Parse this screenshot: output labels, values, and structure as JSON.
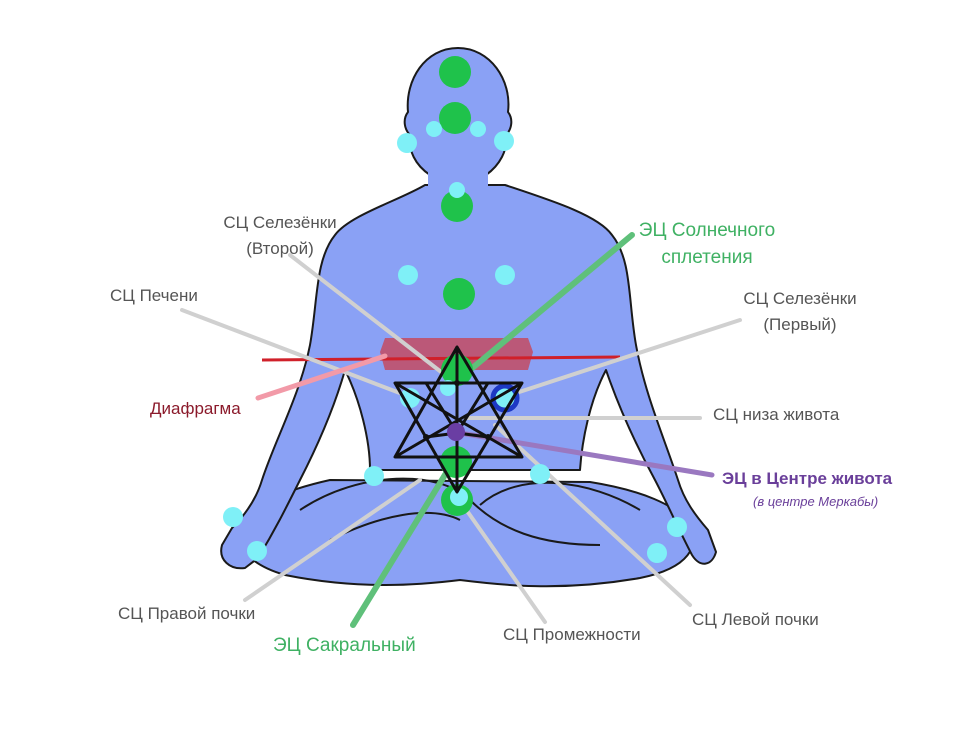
{
  "labels": {
    "sc_spleen_second_line1": "СЦ Селезёнки",
    "sc_spleen_second_line2": "(Второй)",
    "ec_solar_line1": "ЭЦ Солнечного",
    "ec_solar_line2": "сплетения",
    "sc_liver": "СЦ Печени",
    "sc_spleen_first_line1": "СЦ Селезёнки",
    "sc_spleen_first_line2": "(Первый)",
    "diaphragm": "Диафрагма",
    "sc_lower_belly": "СЦ низа живота",
    "ec_belly_center": "ЭЦ в Центре живота",
    "ec_belly_center_note": "(в центре Меркабы)",
    "sc_right_kidney": "СЦ Правой почки",
    "ec_sacral": "ЭЦ Сакральный",
    "sc_perineum": "СЦ Промежности",
    "sc_left_kidney": "СЦ Левой почки"
  },
  "colors": {
    "body": "#8aa1f5",
    "outline": "#1a1a1a",
    "green_center": "#1fc24b",
    "cyan_center": "#7ff0f7",
    "purple_center": "#6a3ea3",
    "blue_ring": "#1d39c4",
    "diaphragm_band": "#c0506a",
    "diaphragm_line": "#d0202a",
    "leader_gray": "#d0d0d0",
    "leader_green": "#5fc07a",
    "leader_purple": "#9a78c0",
    "leader_pink": "#f29aa8",
    "label_gray": "#555555",
    "label_green": "#3fb163",
    "label_red": "#8b1a2b",
    "label_purple": "#6a3f9a"
  }
}
